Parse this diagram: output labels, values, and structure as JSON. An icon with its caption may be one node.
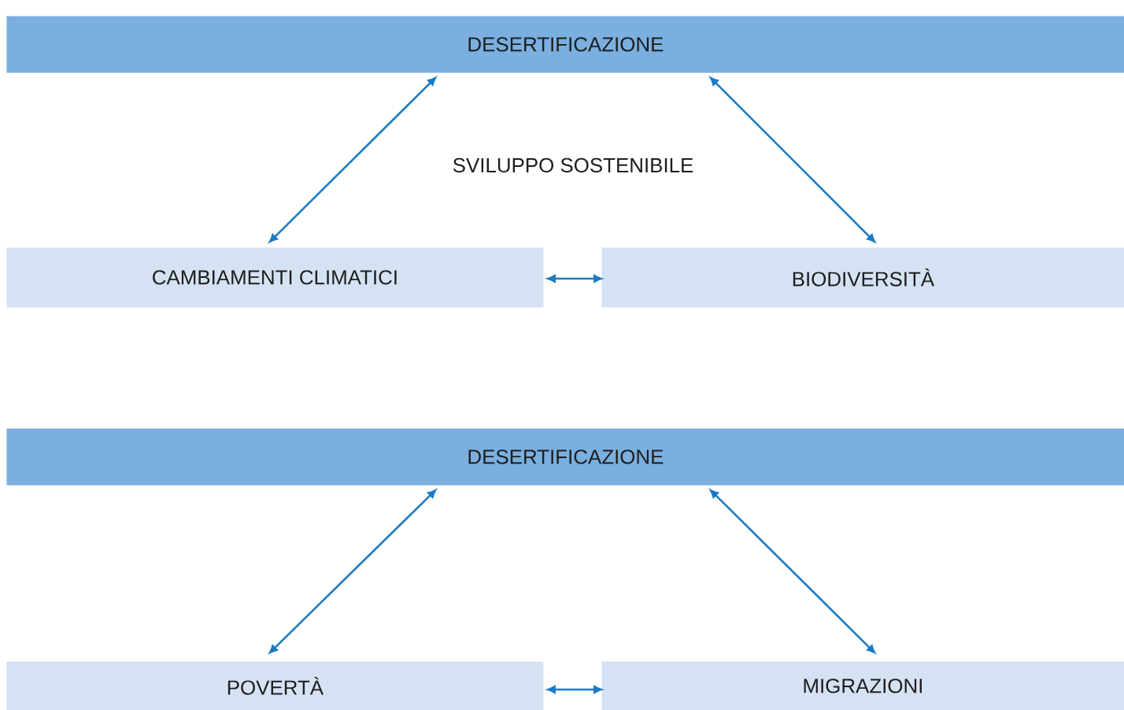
{
  "diagram": {
    "nodes": [
      {
        "text": [
          "DESERTIFICAZIONE"
        ]
      },
      {
        "text": [
          "CAMBIAMENTI CLIMATICI"
        ]
      },
      {
        "text": [
          "BIODIVERSITÀ"
        ]
      },
      {
        "text": [
          "DESERTIFICAZIONE"
        ]
      },
      {
        "text": [
          "POVERTÀ"
        ]
      },
      {
        "text": [
          "MIGRAZIONI"
        ]
      }
    ],
    "edges": [
      {
        "from": 0,
        "to": 1,
        "arrow": "both"
      },
      {
        "from": 0,
        "to": 2,
        "arrow": "both"
      },
      {
        "from": 1,
        "to": 2,
        "arrow": "both"
      },
      {
        "from": 3,
        "to": 4,
        "arrow": "both"
      },
      {
        "from": 3,
        "to": 5,
        "arrow": "both"
      },
      {
        "from": 4,
        "to": 5,
        "arrow": "both"
      }
    ],
    "labels": [
      "SVILUPPO SOSTENIBILE"
    ]
  }
}
